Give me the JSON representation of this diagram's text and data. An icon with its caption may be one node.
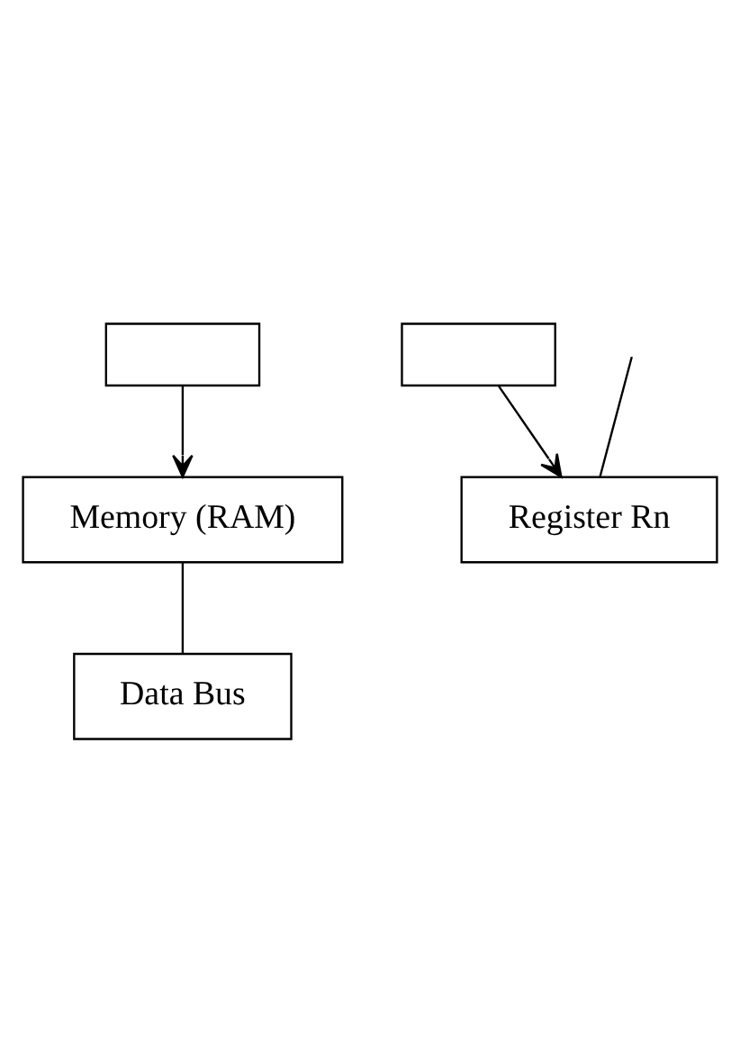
{
  "diagram": {
    "nodes": [
      {
        "text": [],
        "shape": "box"
      },
      {
        "text": [],
        "shape": "box"
      },
      {
        "text": [
          "Memory (RAM)"
        ]
      },
      {
        "text": [
          "Register Rn"
        ]
      },
      {
        "text": [
          "Data Bus"
        ]
      }
    ],
    "edges": [
      {
        "from": 0,
        "to": 2,
        "arrow": "to"
      },
      {
        "from": 1,
        "to": 3,
        "arrow": "to"
      },
      {
        "from": null,
        "to": 3,
        "arrow": "none"
      },
      {
        "from": 2,
        "to": 4,
        "arrow": "none"
      }
    ]
  }
}
